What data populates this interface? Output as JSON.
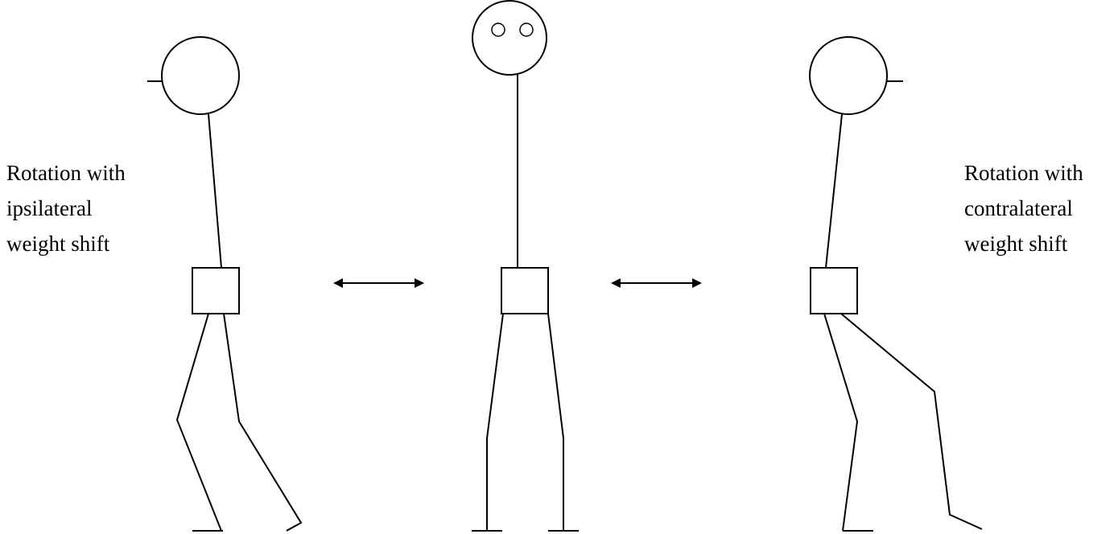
{
  "labels": {
    "left": [
      "Rotation with",
      "ipsilateral",
      "weight shift"
    ],
    "right": [
      "Rotation with",
      "contralateral",
      "weight shift"
    ]
  },
  "colors": {
    "line": "#000000",
    "background": "#ffffff"
  }
}
